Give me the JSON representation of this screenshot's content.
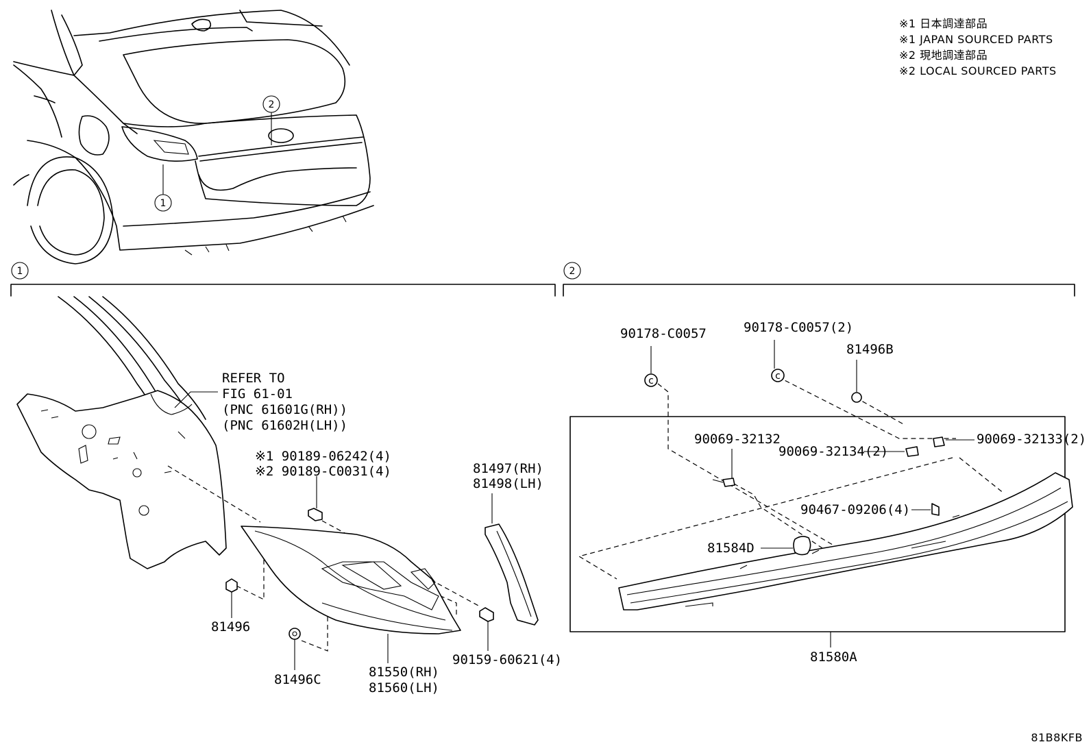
{
  "notes": [
    "※1 日本調達部品",
    "※1 JAPAN SOURCED PARTS",
    "※2 現地調達部品",
    "※2 LOCAL SOURCED PARTS"
  ],
  "callouts": {
    "overview_1": "1",
    "overview_2": "2",
    "section_1": "1",
    "section_2": "2"
  },
  "refer": {
    "line1": "REFER TO",
    "line2": "FIG 61-01",
    "line3": "(PNC 61601G(RH))",
    "line4": "(PNC 61602H(LH))"
  },
  "parts": {
    "p90189_06242": "※1 90189-06242(4)",
    "p90189_C0031": "※2 90189-C0031(4)",
    "p81497": "81497(RH)",
    "p81498": "81498(LH)",
    "p81496": "81496",
    "p81496C": "81496C",
    "p81550": "81550(RH)",
    "p81560": "81560(LH)",
    "p90159": "90159-60621(4)",
    "p90178_a": "90178-C0057",
    "p90178_b": "90178-C0057(2)",
    "p81496B": "81496B",
    "p90069_32132": "90069-32132",
    "p90069_32134": "90069-32134(2)",
    "p90069_32133": "90069-32133(2)",
    "p90467": "90467-09206(4)",
    "p81584D": "81584D",
    "p81580A": "81580A"
  },
  "figure_code": "81B8KFB"
}
